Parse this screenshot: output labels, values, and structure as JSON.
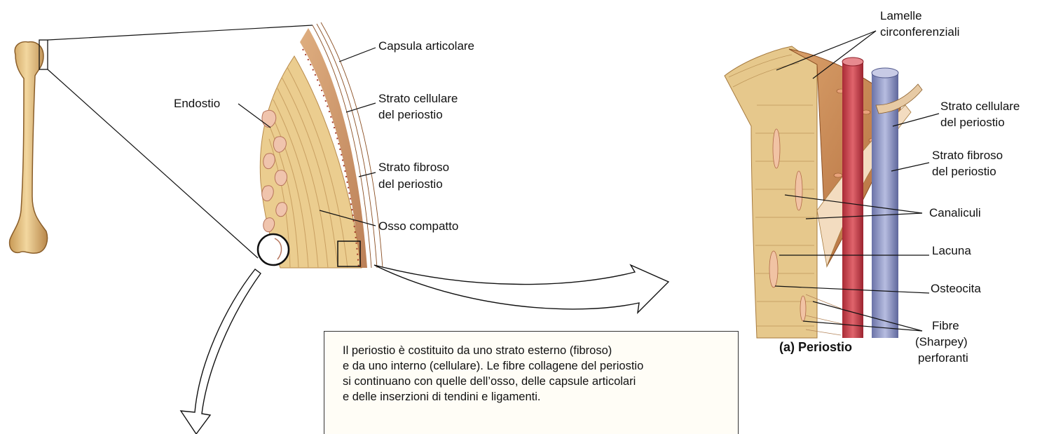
{
  "labels": {
    "capsula_articolare": "Capsula articolare",
    "strato_cellulare_left_1": "Strato cellulare",
    "strato_cellulare_left_2": "del periostio",
    "endostio": "Endostio",
    "strato_fibroso_left_1": "Strato fibroso",
    "strato_fibroso_left_2": "del periostio",
    "osso_compatto": "Osso compatto",
    "lamelle_1": "Lamelle",
    "lamelle_2": "circonferenziali",
    "strato_cellulare_right_1": "Strato cellulare",
    "strato_cellulare_right_2": "del periostio",
    "strato_fibroso_right_1": "Strato fibroso",
    "strato_fibroso_right_2": "del periostio",
    "canalicoli": "Canaliculi",
    "lacuna": "Lacuna",
    "osteocita": "Osteocita",
    "fibre_1": "Fibre",
    "fibre_2": "(Sharpey)",
    "fibre_3": "perforanti"
  },
  "figure_title": "(a)  Periostio",
  "caption": {
    "line1": "Il periostio è costituito da uno strato esterno (fibroso)",
    "line2": "e da uno interno (cellulare). Le fibre collagene del periostio",
    "line3": "si continuano con quelle dell’osso, delle capsule articolari",
    "line4": "e delle inserzioni di tendini e ligamenti."
  },
  "colors": {
    "bone": "#e9c98a",
    "bone_dark": "#c79a52",
    "bone_light": "#f6e3b4",
    "periosteum": "#c98a52",
    "artery": "#c8404a",
    "vein": "#8e96c4",
    "pink_cavity": "#f0c9b4"
  }
}
